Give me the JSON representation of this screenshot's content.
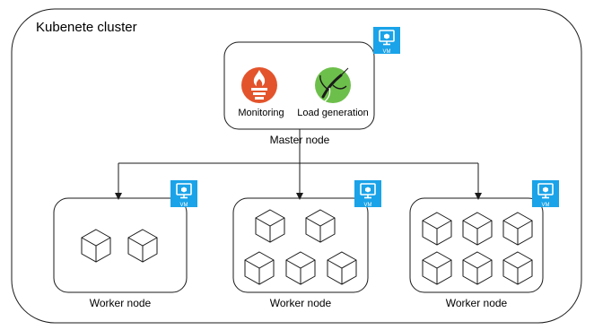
{
  "diagram": {
    "cluster_label": "Kubenete cluster",
    "master": {
      "label": "Master node",
      "monitoring_label": "Monitoring",
      "load_label": "Load generation",
      "vm_badge": "VM"
    },
    "workers": [
      {
        "label": "Worker node",
        "vm_badge": "VM",
        "pods": 2
      },
      {
        "label": "Worker node",
        "vm_badge": "VM",
        "pods": 5
      },
      {
        "label": "Worker node",
        "vm_badge": "VM",
        "pods": 6
      }
    ]
  },
  "colors": {
    "vm_badge": "#1aa3e8",
    "monitoring_icon": "#e3542c",
    "load_icon": "#6dbf4b",
    "stroke": "#1a1a1a"
  },
  "icons": {
    "monitoring": "prometheus-torch-icon",
    "load": "grasshopper-icon",
    "vm": "monitor-vm-icon",
    "pod": "cube-icon"
  }
}
